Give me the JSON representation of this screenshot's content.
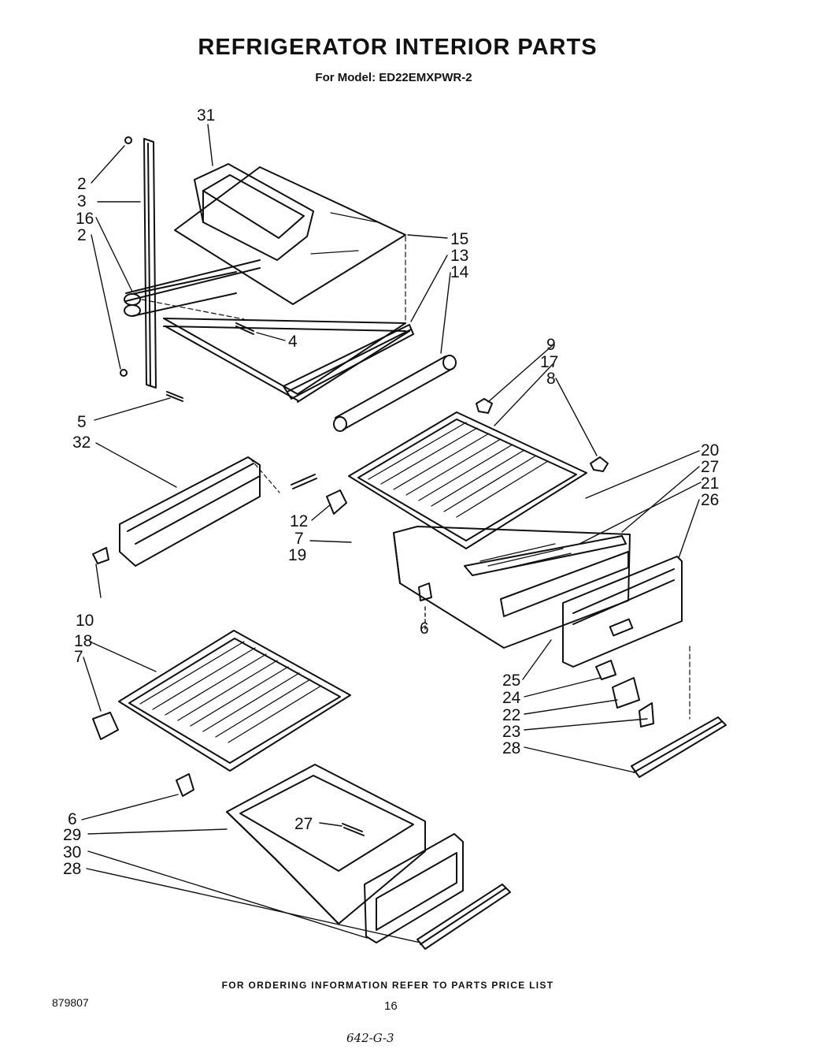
{
  "title": "REFRIGERATOR INTERIOR PARTS",
  "subtitle": "For Model: ED22EMXPWR-2",
  "callouts": [
    "31",
    "2",
    "3",
    "16",
    "2",
    "15",
    "13",
    "14",
    "4",
    "5",
    "32",
    "9",
    "17",
    "8",
    "20",
    "27",
    "21",
    "26",
    "12",
    "7",
    "19",
    "6",
    "10",
    "18",
    "7",
    "25",
    "24",
    "22",
    "23",
    "28",
    "6",
    "27",
    "29",
    "30",
    "28"
  ],
  "footer": {
    "ordering_note": "FOR ORDERING INFORMATION REFER TO PARTS PRICE LIST",
    "doc_number": "879807",
    "page_number": "16",
    "handwritten_code": "642-G-3"
  }
}
